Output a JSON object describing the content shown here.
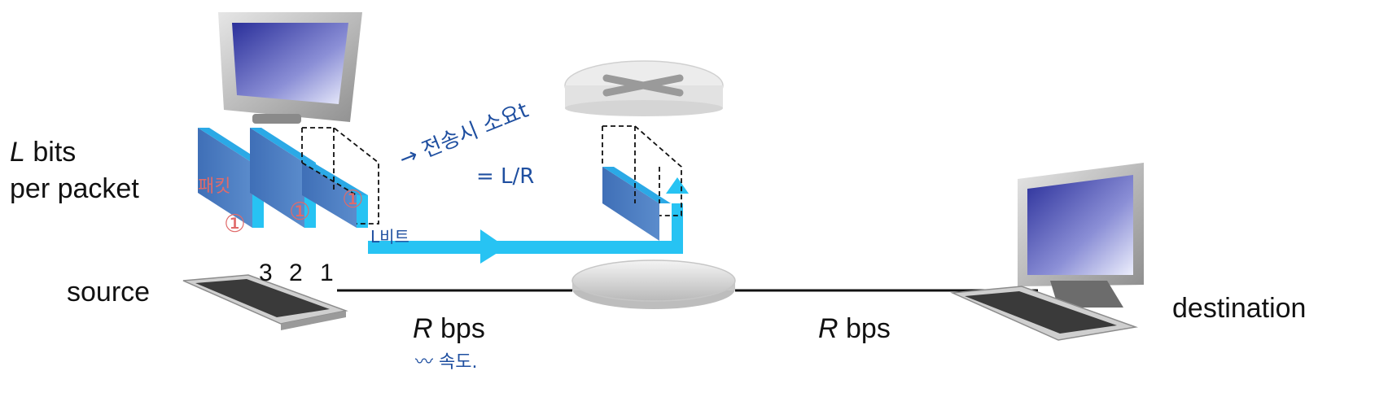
{
  "labels": {
    "bits_var": "L",
    "bits_suffix": " bits",
    "per_packet": "per packet",
    "source": "source",
    "destination": "destination",
    "rate_left_var": "R",
    "rate_left_unit": " bps",
    "rate_right_var": "R",
    "rate_right_unit": " bps",
    "packet_numbers": [
      "3",
      "2",
      "1"
    ]
  },
  "handwriting": {
    "transmit_note": "→ 전송시 소요t",
    "transmit_formula": "= L/R",
    "bit_note": "L비트",
    "speed_note": "〰 속도.",
    "packet_note": "패킷",
    "circled": [
      "①",
      "①",
      "①"
    ]
  },
  "colors": {
    "link_blue": "#27c3f3",
    "packet_face": "#4e7fc0",
    "packet_top": "#2ba9e6",
    "ink_blue": "#1f4fa0",
    "ink_red": "#e06a6a"
  },
  "icons": [
    "monitor-icon",
    "keyboard-icon",
    "router-icon",
    "computer-icon"
  ]
}
